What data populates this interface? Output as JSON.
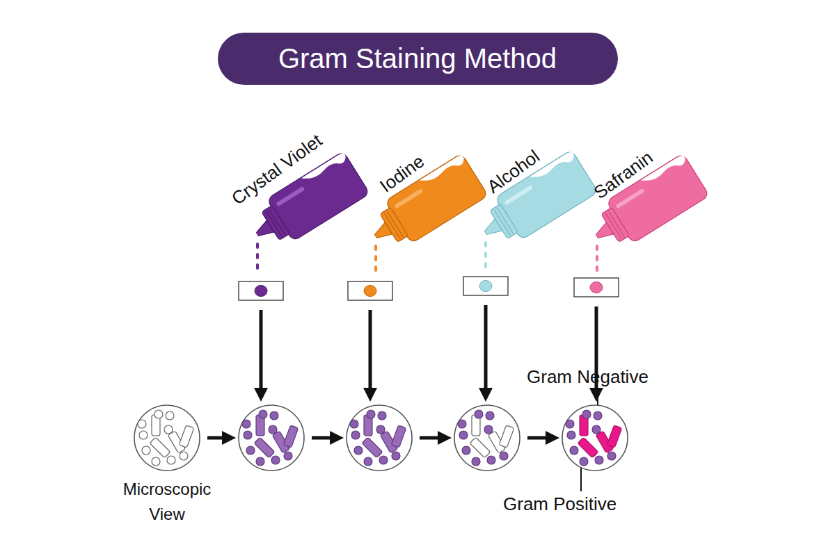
{
  "diagram": {
    "title": "Gram Staining Method",
    "nodes": [
      {
        "text": [
          "Crystal Violet"
        ]
      },
      {
        "text": [
          "Iodine"
        ]
      },
      {
        "text": [
          "Alcohol"
        ]
      },
      {
        "text": [
          "Safranin"
        ]
      },
      {
        "text": [
          "Microscopic View"
        ]
      },
      {
        "text": []
      },
      {
        "text": []
      },
      {
        "text": []
      },
      {
        "text": []
      }
    ],
    "edges": [
      {
        "from": 0,
        "to": 5,
        "arrow": "to"
      },
      {
        "from": 1,
        "to": 6,
        "arrow": "to"
      },
      {
        "from": 2,
        "to": 7,
        "arrow": "to"
      },
      {
        "from": 3,
        "to": 8,
        "arrow": "to"
      },
      {
        "from": 4,
        "to": 5,
        "arrow": "to"
      },
      {
        "from": 5,
        "to": 6,
        "arrow": "to"
      },
      {
        "from": 6,
        "to": 7,
        "arrow": "to"
      },
      {
        "from": 7,
        "to": 8,
        "arrow": "to"
      }
    ],
    "labels": [
      "Gram Negative",
      "Gram Positive"
    ]
  }
}
